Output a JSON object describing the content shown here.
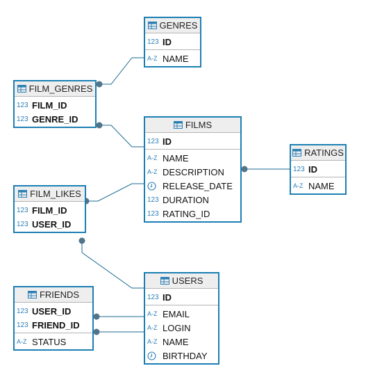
{
  "colors": {
    "border": "#1b7fb3",
    "connector": "#1b6a91",
    "type_icon": "#2d7fb5"
  },
  "tables": {
    "genres": {
      "title": "GENRES",
      "sections": [
        [
          {
            "name": "ID",
            "type": "123",
            "icon": "numeric-type-icon",
            "pk": true
          }
        ],
        [
          {
            "name": "NAME",
            "type": "A-Z",
            "icon": "text-type-icon"
          }
        ]
      ]
    },
    "film_genres": {
      "title": "FILM_GENRES",
      "sections": [
        [
          {
            "name": "FILM_ID",
            "type": "123",
            "icon": "numeric-type-icon",
            "pk": true
          },
          {
            "name": "GENRE_ID",
            "type": "123",
            "icon": "numeric-type-icon",
            "pk": true
          }
        ]
      ]
    },
    "films": {
      "title": "FILMS",
      "sections": [
        [
          {
            "name": "ID",
            "type": "123",
            "icon": "numeric-type-icon",
            "pk": true
          }
        ],
        [
          {
            "name": "NAME",
            "type": "A-Z",
            "icon": "text-type-icon"
          },
          {
            "name": "DESCRIPTION",
            "type": "A-Z",
            "icon": "text-type-icon"
          },
          {
            "name": "RELEASE_DATE",
            "type": "clock",
            "icon": "date-type-icon"
          },
          {
            "name": "DURATION",
            "type": "123",
            "icon": "numeric-type-icon"
          },
          {
            "name": "RATING_ID",
            "type": "123",
            "icon": "numeric-type-icon"
          }
        ]
      ]
    },
    "ratings": {
      "title": "RATINGS",
      "sections": [
        [
          {
            "name": "ID",
            "type": "123",
            "icon": "numeric-type-icon",
            "pk": true
          }
        ],
        [
          {
            "name": "NAME",
            "type": "A-Z",
            "icon": "text-type-icon"
          }
        ]
      ]
    },
    "film_likes": {
      "title": "FILM_LIKES",
      "sections": [
        [
          {
            "name": "FILM_ID",
            "type": "123",
            "icon": "numeric-type-icon",
            "pk": true
          },
          {
            "name": "USER_ID",
            "type": "123",
            "icon": "numeric-type-icon",
            "pk": true
          }
        ]
      ]
    },
    "users": {
      "title": "USERS",
      "sections": [
        [
          {
            "name": "ID",
            "type": "123",
            "icon": "numeric-type-icon",
            "pk": true
          }
        ],
        [
          {
            "name": "EMAIL",
            "type": "A-Z",
            "icon": "text-type-icon"
          },
          {
            "name": "LOGIN",
            "type": "A-Z",
            "icon": "text-type-icon"
          },
          {
            "name": "NAME",
            "type": "A-Z",
            "icon": "text-type-icon"
          },
          {
            "name": "BIRTHDAY",
            "type": "clock",
            "icon": "date-type-icon"
          }
        ]
      ]
    },
    "friends": {
      "title": "FRIENDS",
      "sections": [
        [
          {
            "name": "USER_ID",
            "type": "123",
            "icon": "numeric-type-icon",
            "pk": true
          },
          {
            "name": "FRIEND_ID",
            "type": "123",
            "icon": "numeric-type-icon",
            "pk": true
          }
        ],
        [
          {
            "name": "STATUS",
            "type": "A-Z",
            "icon": "text-type-icon"
          }
        ]
      ]
    }
  },
  "relationships": [
    {
      "from": "film_genres",
      "to": "genres"
    },
    {
      "from": "film_genres",
      "to": "films"
    },
    {
      "from": "film_likes",
      "to": "films"
    },
    {
      "from": "film_likes",
      "to": "users"
    },
    {
      "from": "films",
      "to": "ratings"
    },
    {
      "from": "friends",
      "to": "users",
      "column": "USER_ID"
    },
    {
      "from": "friends",
      "to": "users",
      "column": "FRIEND_ID"
    }
  ]
}
